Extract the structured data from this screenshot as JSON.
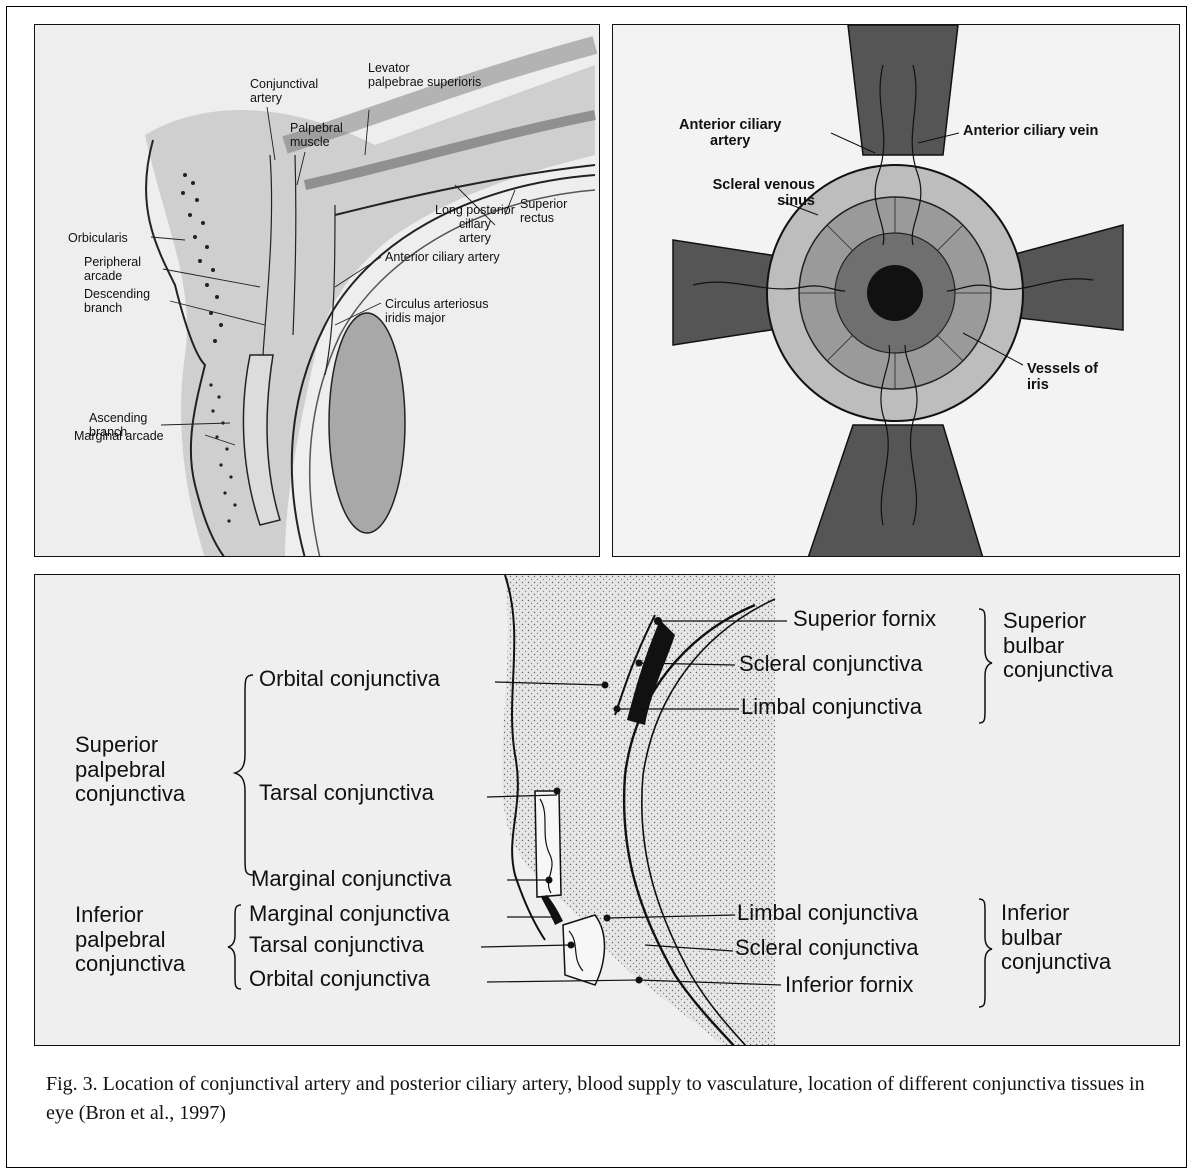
{
  "figure": {
    "caption": "Fig. 3. Location of conjunctival artery and posterior ciliary artery, blood supply to vasculature, location of different conjunctiva tissues in eye (Bron et al., 1997)"
  },
  "panel_lid_section": {
    "labels": {
      "conjunctival_artery": "Conjunctival\nartery",
      "levator": "Levator\npalpebrae superioris",
      "palpebral_muscle": "Palpebral\nmuscle",
      "long_posterior_ciliary_artery": "Long posterior\nciliary\nartery",
      "superior_rectus": "Superior\nrectus",
      "orbicularis": "Orbicularis",
      "peripheral_arcade": "Peripheral\narcade",
      "descending_branch": "Descending\nbranch",
      "anterior_ciliary_artery": "Anterior ciliary artery",
      "circulus": "Circulus arteriosus\niridis major",
      "ascending_branch": "Ascending\nbranch",
      "marginal_arcade": "Marginal arcade"
    }
  },
  "panel_globe_vessels": {
    "labels": {
      "anterior_ciliary_artery": "Anterior ciliary\nartery",
      "anterior_ciliary_vein": "Anterior ciliary vein",
      "scleral_venous_sinus": "Scleral venous\nsinus",
      "vessels_of_iris": "Vessels of\niris"
    }
  },
  "panel_conjunctiva": {
    "groups": {
      "superior_palpebral": "Superior\npalpebral\nconjunctiva",
      "inferior_palpebral": "Inferior\npalpebral\nconjunctiva",
      "superior_bulbar": "Superior\nbulbar\nconjunctiva",
      "inferior_bulbar": "Inferior\nbulbar\nconjunctiva"
    },
    "left_labels": {
      "orbital_sup": "Orbital conjunctiva",
      "tarsal_sup": "Tarsal conjunctiva",
      "marginal_sup": "Marginal conjunctiva",
      "marginal_inf": "Marginal conjunctiva",
      "tarsal_inf": "Tarsal conjunctiva",
      "orbital_inf": "Orbital conjunctiva"
    },
    "right_labels": {
      "superior_fornix": "Superior fornix",
      "scleral_sup": "Scleral conjunctiva",
      "limbal_sup": "Limbal conjunctiva",
      "limbal_inf": "Limbal conjunctiva",
      "scleral_inf": "Scleral conjunctiva",
      "inferior_fornix": "Inferior fornix"
    }
  }
}
